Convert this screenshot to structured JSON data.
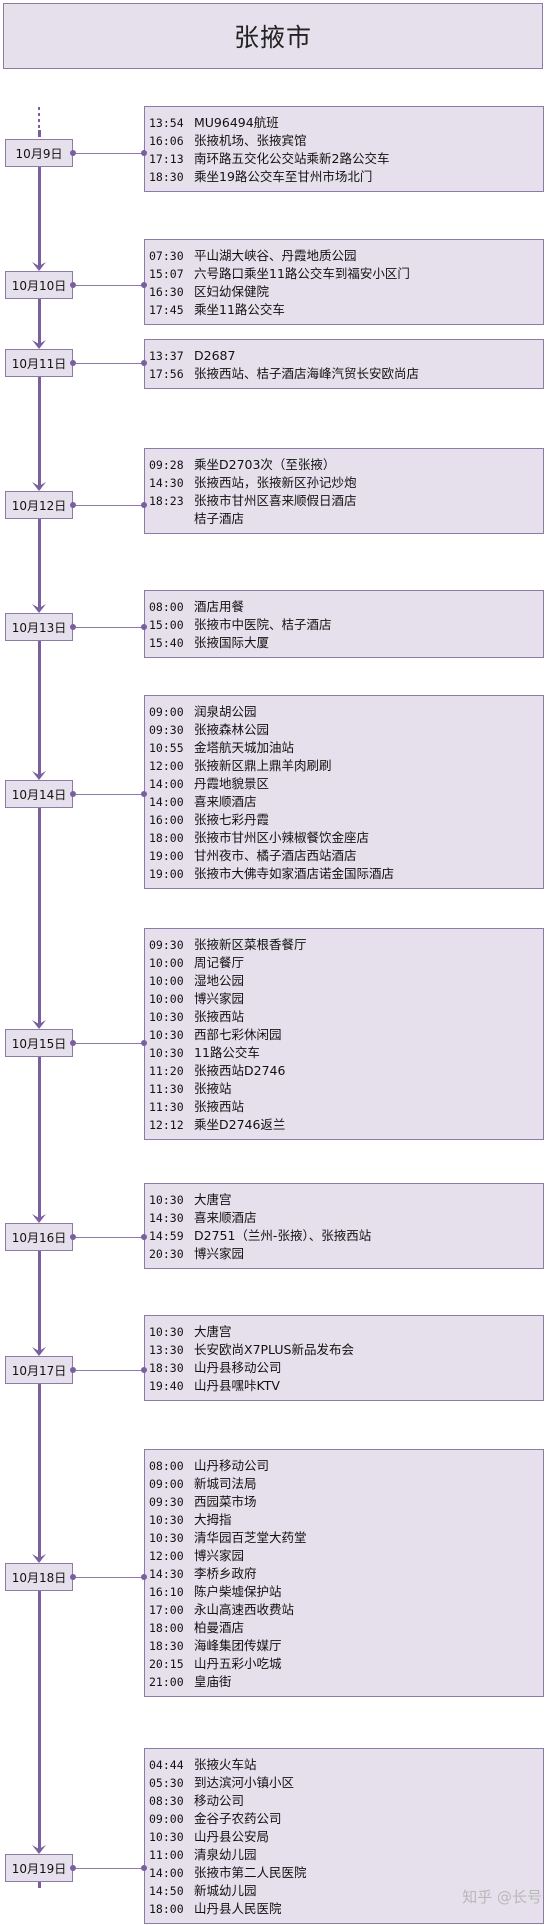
{
  "title": "张掖市",
  "days": [
    {
      "date": "10月9日",
      "events": [
        {
          "time": "13:54",
          "desc": "MU96494航班"
        },
        {
          "time": "16:06",
          "desc": "张掖机场、张掖宾馆"
        },
        {
          "time": "17:13",
          "desc": "南环路五交化公交站乘新2路公交车"
        },
        {
          "time": "18:30",
          "desc": "乘坐19路公交车至甘州市场北门"
        }
      ]
    },
    {
      "date": "10月10日",
      "events": [
        {
          "time": "07:30",
          "desc": "平山湖大峡谷、丹霞地质公园"
        },
        {
          "time": "15:07",
          "desc": "六号路口乘坐11路公交车到福安小区门"
        },
        {
          "time": "16:30",
          "desc": "区妇幼保健院"
        },
        {
          "time": "17:45",
          "desc": "乘坐11路公交车"
        }
      ]
    },
    {
      "date": "10月11日",
      "events": [
        {
          "time": "13:37",
          "desc": "D2687"
        },
        {
          "time": "17:56",
          "desc": "张掖西站、桔子酒店海峰汽贸长安欧尚店"
        }
      ]
    },
    {
      "date": "10月12日",
      "events": [
        {
          "time": "09:28",
          "desc": "乘坐D2703次（至张掖）"
        },
        {
          "time": "14:30",
          "desc": "张掖西站，张掖新区孙记炒炮"
        },
        {
          "time": "18:23",
          "desc": "张掖市甘州区喜来顺假日酒店"
        },
        {
          "time": "",
          "desc": "桔子酒店"
        }
      ]
    },
    {
      "date": "10月13日",
      "events": [
        {
          "time": "08:00",
          "desc": "酒店用餐"
        },
        {
          "time": "15:00",
          "desc": "张掖市中医院、桔子酒店"
        },
        {
          "time": "15:40",
          "desc": "张掖国际大厦"
        }
      ]
    },
    {
      "date": "10月14日",
      "events": [
        {
          "time": "09:00",
          "desc": "润泉胡公园"
        },
        {
          "time": "09:30",
          "desc": "张掖森林公园"
        },
        {
          "time": "10:55",
          "desc": "金塔航天城加油站"
        },
        {
          "time": "12:00",
          "desc": "张掖新区鼎上鼎羊肉刷刷"
        },
        {
          "time": "14:00",
          "desc": "丹霞地貌景区"
        },
        {
          "time": "14:00",
          "desc": "喜来顺酒店"
        },
        {
          "time": "16:00",
          "desc": "张掖七彩丹霞"
        },
        {
          "time": "18:00",
          "desc": "张掖市甘州区小辣椒餐饮金座店"
        },
        {
          "time": "19:00",
          "desc": "甘州夜市、橘子酒店西站酒店"
        },
        {
          "time": "19:00",
          "desc": "张掖市大佛寺如家酒店诺金国际酒店"
        }
      ]
    },
    {
      "date": "10月15日",
      "events": [
        {
          "time": "09:30",
          "desc": "张掖新区菜根香餐厅"
        },
        {
          "time": "10:00",
          "desc": "周记餐厅"
        },
        {
          "time": "10:00",
          "desc": "湿地公园"
        },
        {
          "time": "10:00",
          "desc": "博兴家园"
        },
        {
          "time": "10:30",
          "desc": "张掖西站"
        },
        {
          "time": "10:30",
          "desc": "西部七彩休闲园"
        },
        {
          "time": "10:30",
          "desc": "11路公交车"
        },
        {
          "time": "11:20",
          "desc": "张掖西站D2746"
        },
        {
          "time": "11:30",
          "desc": "张掖站"
        },
        {
          "time": "11:30",
          "desc": "张掖西站"
        },
        {
          "time": "12:12",
          "desc": "乘坐D2746返兰"
        }
      ]
    },
    {
      "date": "10月16日",
      "events": [
        {
          "time": "10:30",
          "desc": "大唐宫"
        },
        {
          "time": "14:30",
          "desc": "喜来顺酒店"
        },
        {
          "time": "14:59",
          "desc": "D2751（兰州-张掖）、张掖西站"
        },
        {
          "time": "20:30",
          "desc": "博兴家园"
        }
      ]
    },
    {
      "date": "10月17日",
      "events": [
        {
          "time": "10:30",
          "desc": "大唐宫"
        },
        {
          "time": "13:30",
          "desc": "长安欧尚X7PLUS新品发布会"
        },
        {
          "time": "18:30",
          "desc": "山丹县移动公司"
        },
        {
          "time": "19:40",
          "desc": "山丹县嘿咔KTV"
        }
      ]
    },
    {
      "date": "10月18日",
      "events": [
        {
          "time": "08:00",
          "desc": "山丹移动公司"
        },
        {
          "time": "09:00",
          "desc": "新城司法局"
        },
        {
          "time": "09:30",
          "desc": "西园菜市场"
        },
        {
          "time": "10:30",
          "desc": "大拇指"
        },
        {
          "time": "10:30",
          "desc": "清华园百芝堂大药堂"
        },
        {
          "time": "12:00",
          "desc": "博兴家园"
        },
        {
          "time": "14:30",
          "desc": "李桥乡政府"
        },
        {
          "time": "16:10",
          "desc": "陈户柴墟保护站"
        },
        {
          "time": "17:00",
          "desc": "永山高速西收费站"
        },
        {
          "time": "18:00",
          "desc": "柏曼酒店"
        },
        {
          "time": "18:30",
          "desc": "海峰集团传媒厅"
        },
        {
          "time": "20:15",
          "desc": "山丹五彩小吃城"
        },
        {
          "time": "21:00",
          "desc": "皇庙街"
        }
      ]
    },
    {
      "date": "10月19日",
      "events": [
        {
          "time": "04:44",
          "desc": "张掖火车站"
        },
        {
          "time": "05:30",
          "desc": "到达滨河小镇小区"
        },
        {
          "time": "08:30",
          "desc": "移动公司"
        },
        {
          "time": "09:00",
          "desc": "金谷子农药公司"
        },
        {
          "time": "10:30",
          "desc": "山丹县公安局"
        },
        {
          "time": "11:00",
          "desc": "清泉幼儿园"
        },
        {
          "time": "14:00",
          "desc": "张掖市第二人民医院"
        },
        {
          "time": "14:50",
          "desc": "新城幼儿园"
        },
        {
          "time": "18:00",
          "desc": "山丹县人民医院"
        }
      ]
    }
  ],
  "watermark": "知乎 @长号"
}
